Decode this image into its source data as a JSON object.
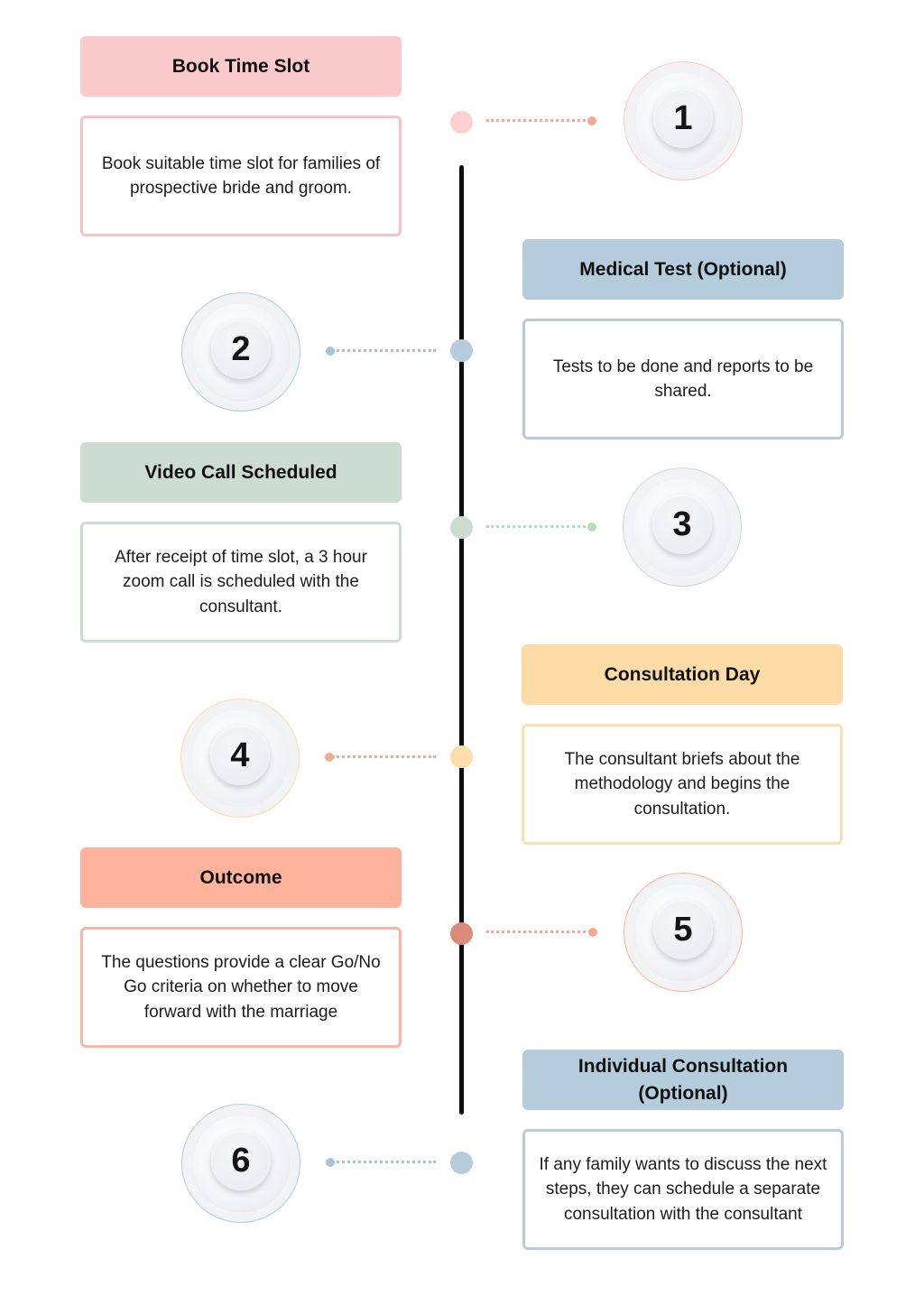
{
  "steps": [
    {
      "number": "1",
      "title": "Book Time Slot",
      "description": "Book suitable time slot for families of prospective bride and groom.",
      "color": "#fbcaca",
      "border": "#f7c3c3",
      "dot": "#fbd0cf",
      "connector": "#f4a994"
    },
    {
      "number": "2",
      "title": "Medical Test (Optional)",
      "description": "Tests to be done and reports to be shared.",
      "color": "#b5ccdc",
      "border": "#b6cbdb",
      "dot": "#b5ccdc",
      "connector": "#a9c3d5"
    },
    {
      "number": "3",
      "title": "Video Call Scheduled",
      "description": "After receipt of time slot, a 3 hour zoom call is scheduled with the consultant.",
      "color": "#ccdcd0",
      "border": "#cddcd1",
      "dot": "#cddcd1",
      "connector": "#c2d6c7"
    },
    {
      "number": "4",
      "title": "Consultation Day",
      "description": "The consultant briefs about the methodology and begins the consultation.",
      "color": "#fddca8",
      "border": "#fde0b1",
      "dot": "#fdddab",
      "connector": "#f4a994"
    },
    {
      "number": "5",
      "title": "Outcome",
      "description": "The questions provide a clear Go/No Go criteria on whether to move forward with the marriage",
      "color": "#ffb39c",
      "border": "#f8b6a3",
      "dot": "#dc8a7b",
      "connector": "#f4a994"
    },
    {
      "number": "6",
      "title": "Individual Consultation (Optional)",
      "description": "If any family wants to discuss the next steps, they can schedule a separate consultation with the consultant",
      "color": "#b5ccdc",
      "border": "#b6cbdb",
      "dot": "#b5ccdc",
      "connector": "#a9c3d5"
    }
  ]
}
